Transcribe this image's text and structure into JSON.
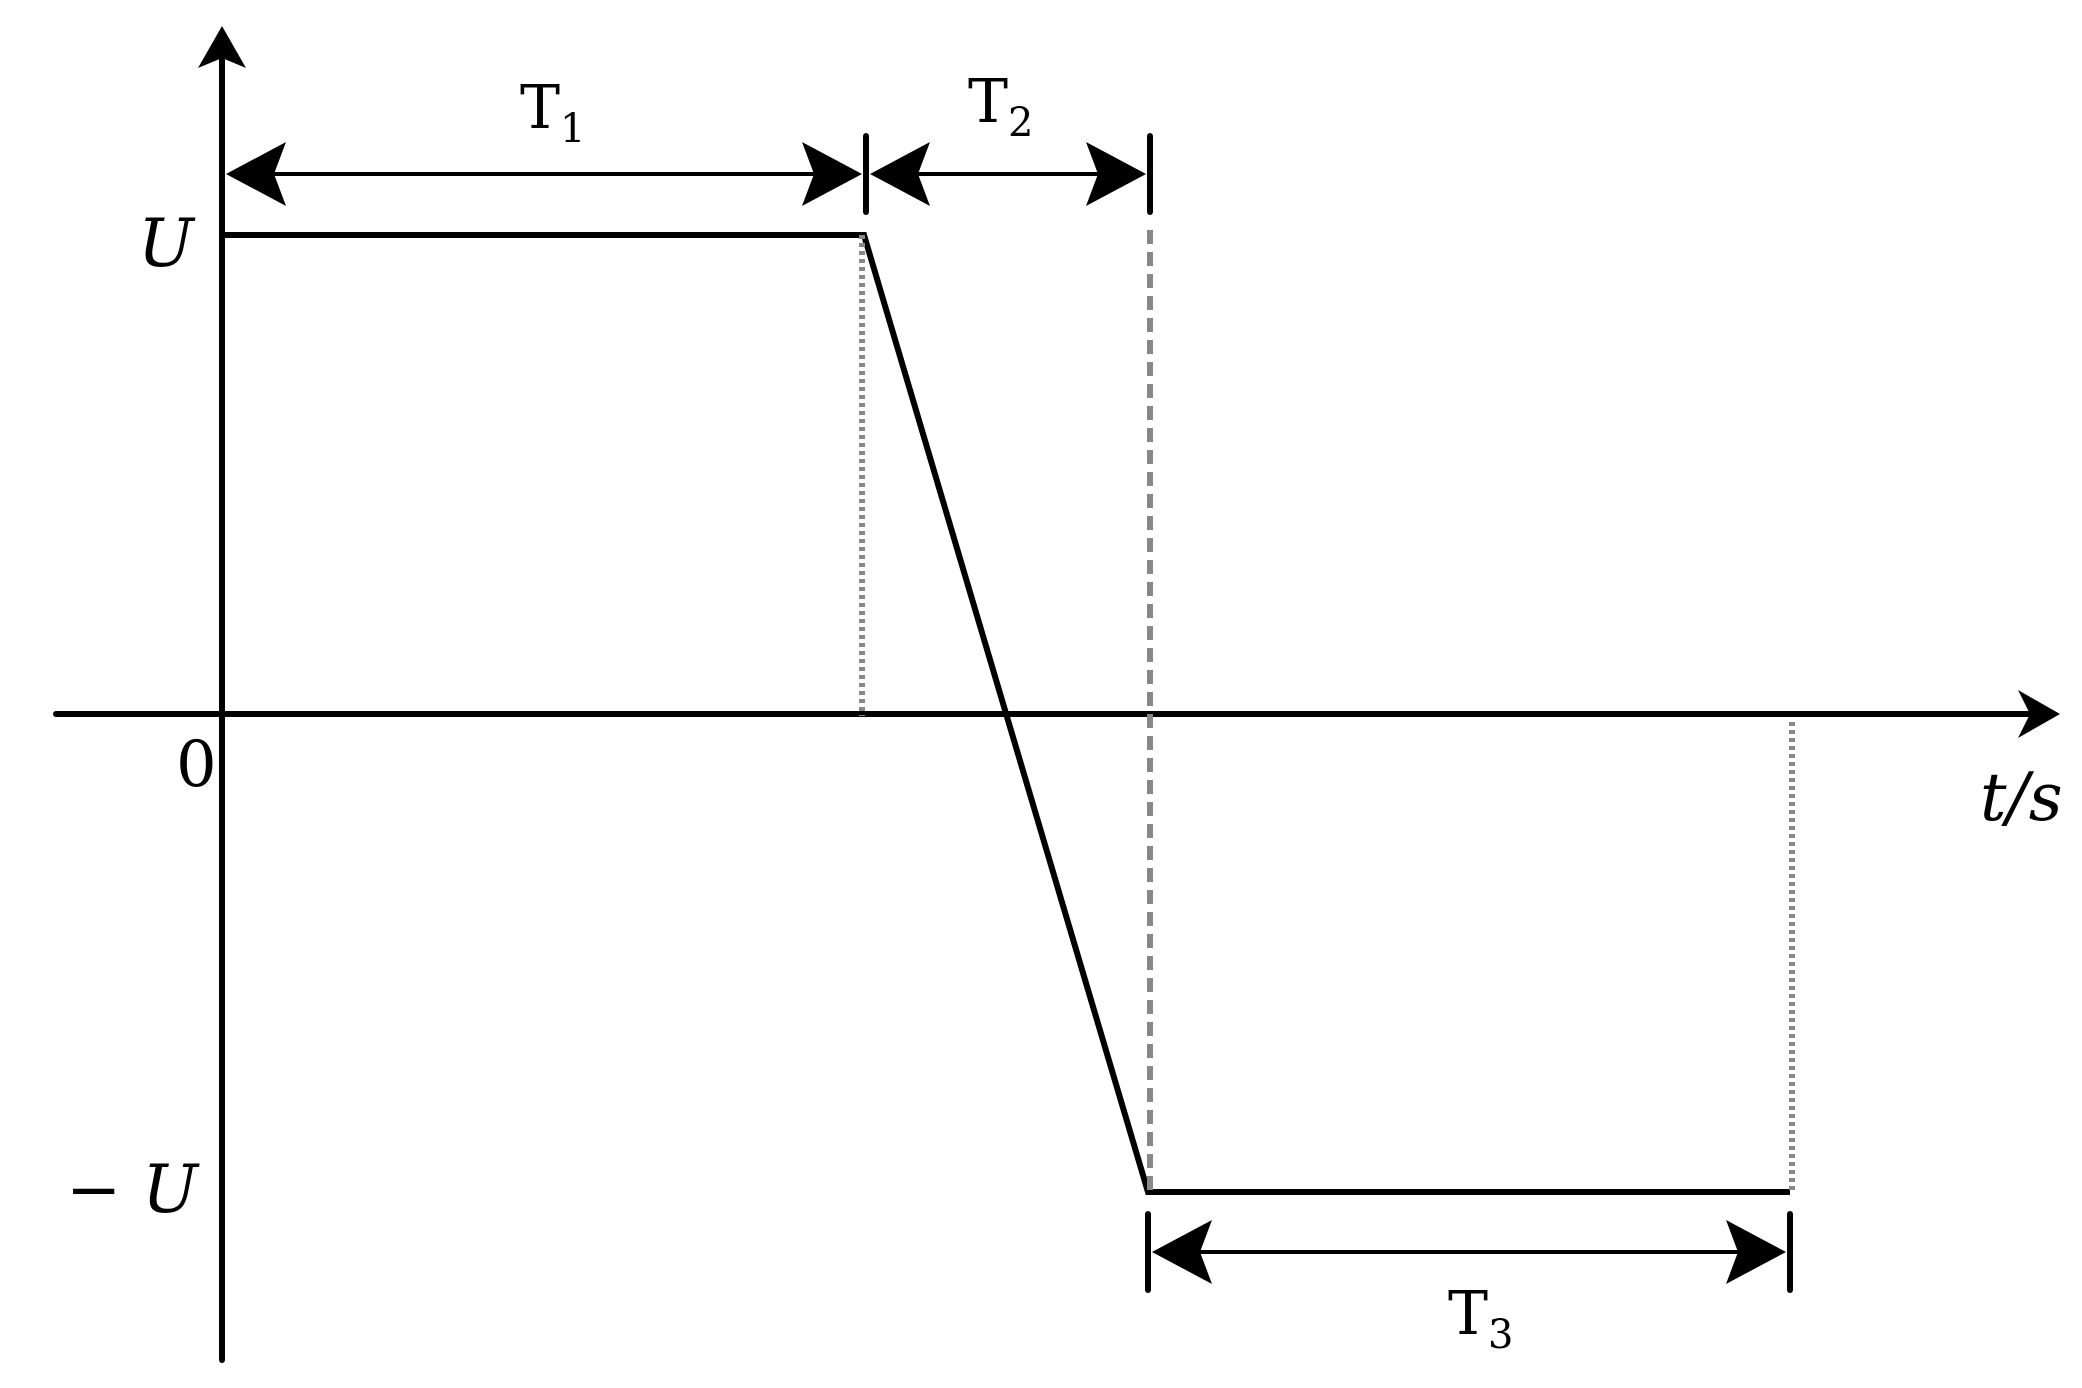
{
  "labels": {
    "y_high": "U",
    "y_low": "− U",
    "origin": "0",
    "x_axis_var": "t",
    "x_axis_unit": "s",
    "x_axis_sep": "/",
    "interval_1_base": "T",
    "interval_1_sub": "1",
    "interval_2_base": "T",
    "interval_2_sub": "2",
    "interval_3_base": "T",
    "interval_3_sub": "3"
  },
  "waveform": {
    "levels": [
      "U",
      "0",
      "− U"
    ],
    "segments": [
      "constant at U",
      "linear ramp from U to − U",
      "constant at − U"
    ]
  },
  "colors": {
    "line": "#000000",
    "guide": "#888888",
    "background": "#ffffff"
  }
}
